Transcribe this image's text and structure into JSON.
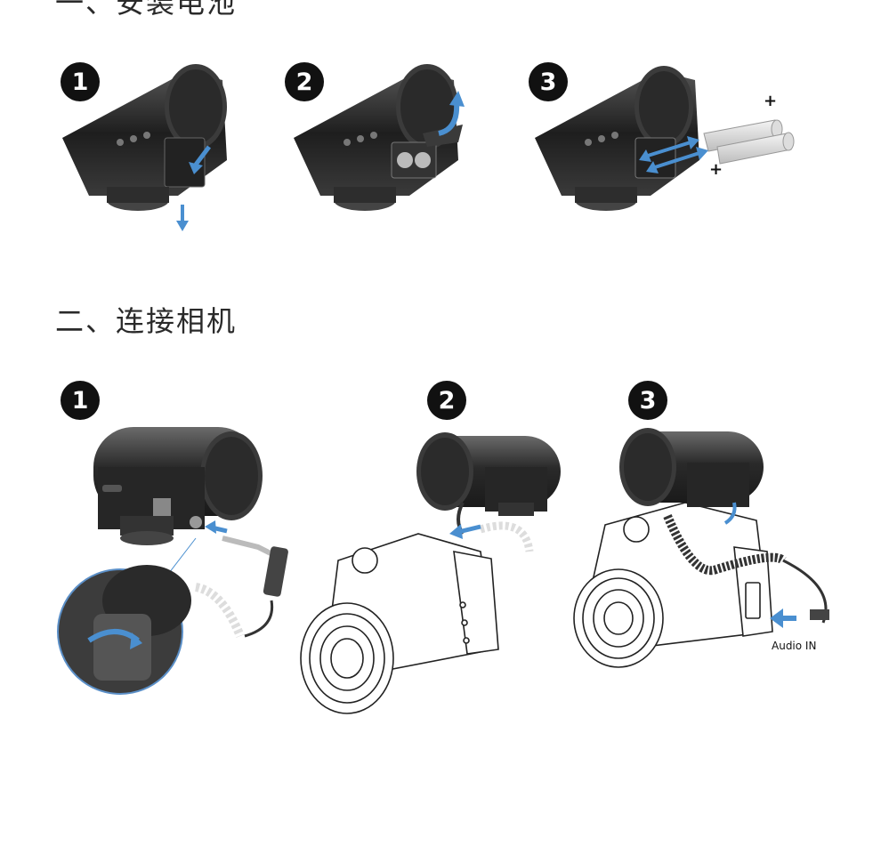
{
  "sections": [
    {
      "heading": "一、安装电池",
      "steps": [
        {
          "badge": "1"
        },
        {
          "badge": "2"
        },
        {
          "badge": "3",
          "plus_top": "+",
          "plus_bottom": "+"
        }
      ]
    },
    {
      "heading": "二、连接相机",
      "steps": [
        {
          "badge": "1"
        },
        {
          "badge": "2"
        },
        {
          "badge": "3",
          "port_label": "Audio IN"
        }
      ]
    }
  ],
  "colors": {
    "arrow": "#4a8fd0",
    "body_dark": "#2b2b2b",
    "badge": "#111111"
  },
  "icons": [
    "down-arrow-icon",
    "curved-arrow-icon",
    "double-arrow-icon",
    "rotate-arrow-icon",
    "left-arrow-icon"
  ]
}
